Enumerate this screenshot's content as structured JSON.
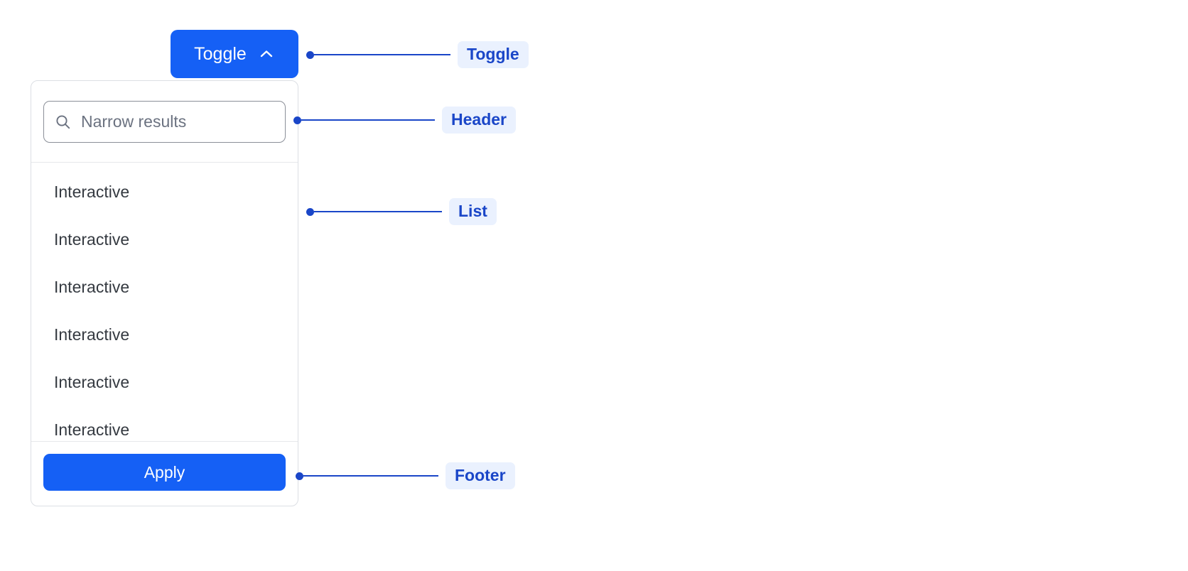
{
  "toggle": {
    "label": "Toggle",
    "icon": "chevron-up-icon",
    "background_color": "#1560f5",
    "text_color": "#ffffff"
  },
  "panel": {
    "header": {
      "search": {
        "icon": "search-icon",
        "placeholder": "Narrow results",
        "value": ""
      }
    },
    "list": {
      "items": [
        {
          "label": "Interactive"
        },
        {
          "label": "Interactive"
        },
        {
          "label": "Interactive"
        },
        {
          "label": "Interactive"
        },
        {
          "label": "Interactive"
        },
        {
          "label": "Interactive"
        }
      ]
    },
    "footer": {
      "apply_label": "Apply",
      "apply_background_color": "#1560f5"
    },
    "border_color": "#dcdfe4",
    "divider_color": "#e6e8eb"
  },
  "annotations": [
    {
      "label": "Toggle",
      "target": "toggle-button"
    },
    {
      "label": "Header",
      "target": "panel-header"
    },
    {
      "label": "List",
      "target": "panel-list"
    },
    {
      "label": "Footer",
      "target": "panel-footer"
    }
  ],
  "colors": {
    "accent_blue": "#1560f5",
    "annotation_blue": "#1a46c8",
    "annotation_pill_background": "#eaf1fe",
    "list_text": "#353a41",
    "placeholder_text": "#6b7280",
    "page_background": "#ffffff"
  }
}
